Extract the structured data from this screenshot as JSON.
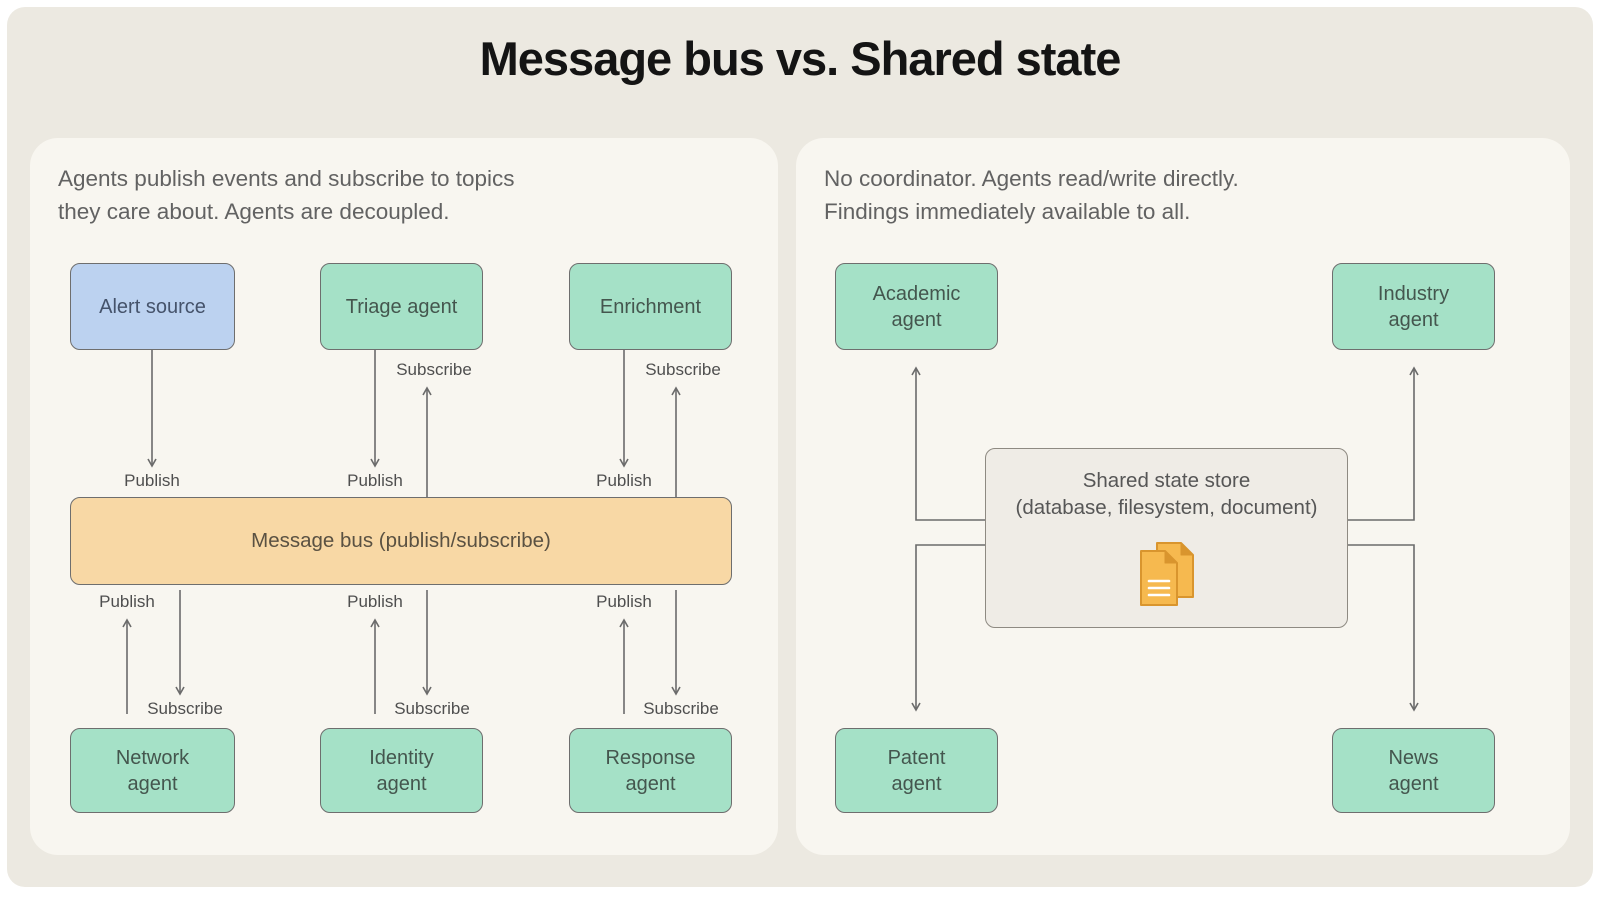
{
  "title": "Message bus vs. Shared state",
  "left": {
    "description": [
      "Agents publish events and subscribe to topics",
      "they care about. Agents are decoupled."
    ],
    "publish_label": "Publish",
    "subscribe_label": "Subscribe",
    "bus_label": "Message bus (publish/subscribe)",
    "alert_source": "Alert source",
    "triage_agent": "Triage agent",
    "enrichment": "Enrichment",
    "network_agent": [
      "Network",
      "agent"
    ],
    "identity_agent": [
      "Identity",
      "agent"
    ],
    "response_agent": [
      "Response",
      "agent"
    ]
  },
  "right": {
    "description": [
      "No coordinator. Agents read/write directly.",
      "Findings immediately available to all."
    ],
    "academic_agent": [
      "Academic",
      "agent"
    ],
    "industry_agent": [
      "Industry",
      "agent"
    ],
    "patent_agent": [
      "Patent",
      "agent"
    ],
    "news_agent": [
      "News",
      "agent"
    ],
    "store_label": [
      "Shared state store",
      "(database, filesystem, document)"
    ]
  },
  "colors": {
    "page_bg": "#ECE9E1",
    "panel_bg": "#F8F6F0",
    "node_green": "#A5E1C7",
    "node_blue": "#BCD2F0",
    "bus_orange": "#F8D8A5",
    "store_bg": "#EFECE6",
    "line": "#6B6B6B",
    "box_border": "#6E6E6E",
    "icon_orange": "#F6B94F",
    "icon_orange_dark": "#D9952E"
  }
}
